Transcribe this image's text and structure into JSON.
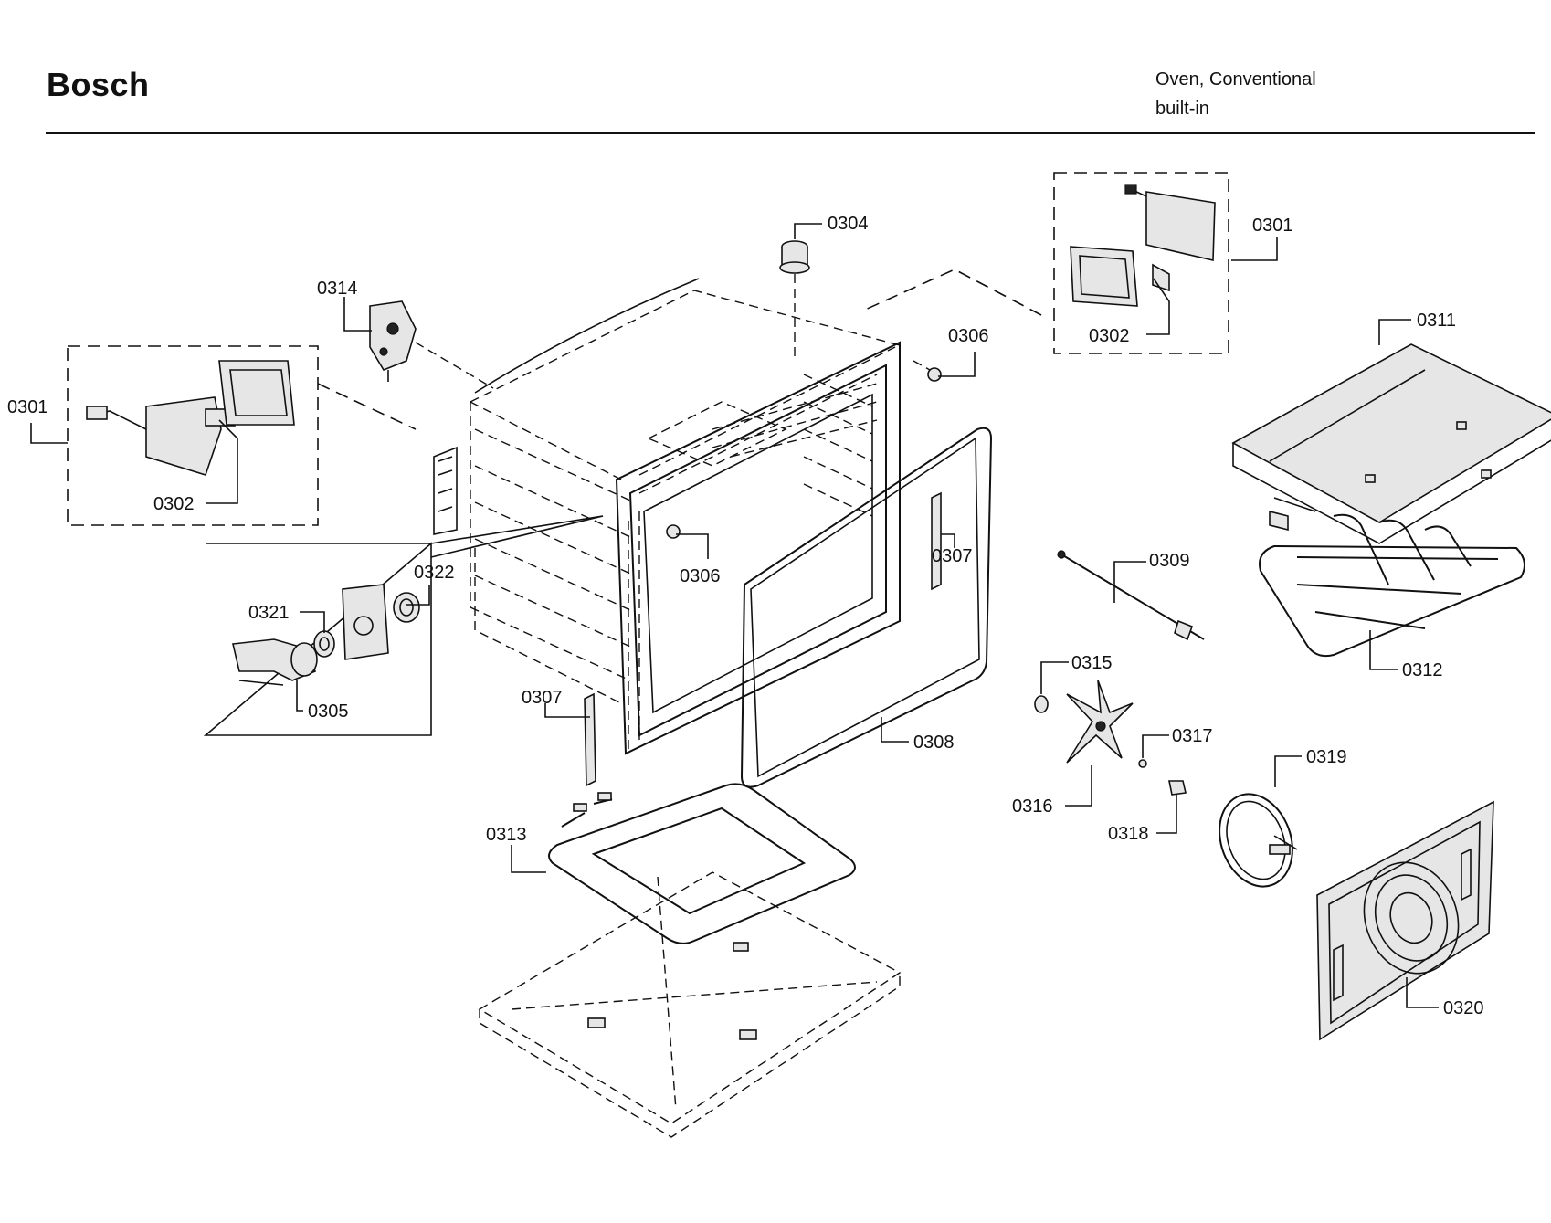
{
  "header": {
    "brand": "Bosch",
    "product_type": "Oven, Conventional",
    "product_sub": "built-in"
  },
  "callouts": [
    {
      "id": "c0304",
      "label": "0304"
    },
    {
      "id": "c0301a",
      "label": "0301"
    },
    {
      "id": "c0302a",
      "label": "0302"
    },
    {
      "id": "c0311",
      "label": "0311"
    },
    {
      "id": "c0314",
      "label": "0314"
    },
    {
      "id": "c0306a",
      "label": "0306"
    },
    {
      "id": "c0301b",
      "label": "0301"
    },
    {
      "id": "c0302b",
      "label": "0302"
    },
    {
      "id": "c0322",
      "label": "0322"
    },
    {
      "id": "c0306b",
      "label": "0306"
    },
    {
      "id": "c0307a",
      "label": "0307"
    },
    {
      "id": "c0309",
      "label": "0309"
    },
    {
      "id": "c0312",
      "label": "0312"
    },
    {
      "id": "c0321",
      "label": "0321"
    },
    {
      "id": "c0305",
      "label": "0305"
    },
    {
      "id": "c0315",
      "label": "0315"
    },
    {
      "id": "c0307b",
      "label": "0307"
    },
    {
      "id": "c0308",
      "label": "0308"
    },
    {
      "id": "c0317",
      "label": "0317"
    },
    {
      "id": "c0319",
      "label": "0319"
    },
    {
      "id": "c0316",
      "label": "0316"
    },
    {
      "id": "c0313",
      "label": "0313"
    },
    {
      "id": "c0318",
      "label": "0318"
    },
    {
      "id": "c0320",
      "label": "0320"
    }
  ]
}
